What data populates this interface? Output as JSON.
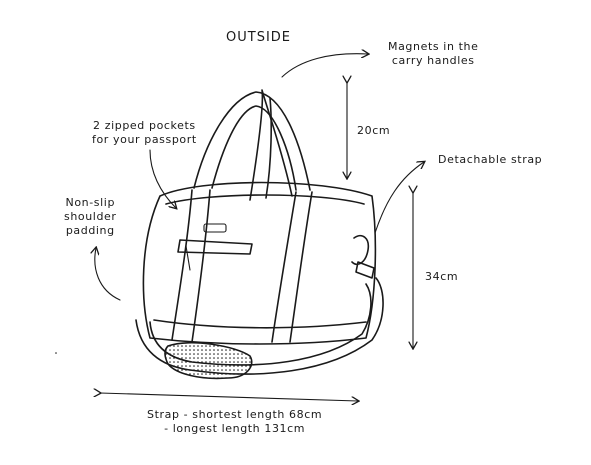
{
  "title": "OUTSIDE",
  "annotations": {
    "magnets_line1": "Magnets in the",
    "magnets_line2": "carry handles",
    "pockets_line1": "2 zipped pockets",
    "pockets_line2": "for your passport",
    "nonslip_line1": "Non-slip",
    "nonslip_line2": "shoulder",
    "nonslip_line3": "padding",
    "detachable": "Detachable strap",
    "handle_height": "20cm",
    "bag_height": "34cm",
    "strap_line1": "Strap - shortest length 68cm",
    "strap_line2": "- longest length 131cm"
  },
  "colors": {
    "ink": "#1a1a1a",
    "background": "#ffffff"
  }
}
